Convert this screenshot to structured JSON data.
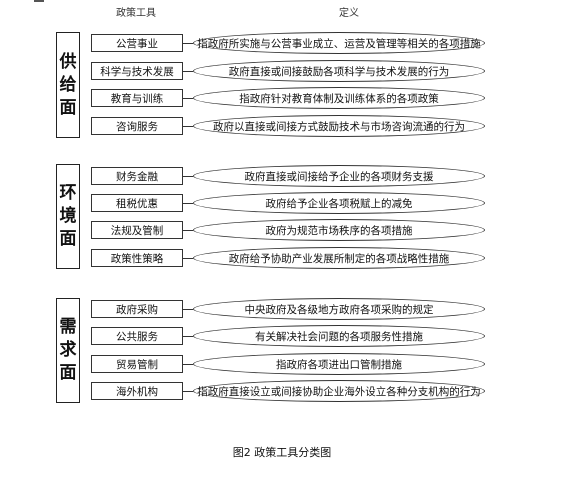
{
  "headers": {
    "tools": "政策工具",
    "definition": "定义"
  },
  "groups": [
    {
      "label": "供给面",
      "chars": [
        "供",
        "给",
        "面"
      ],
      "items": [
        {
          "tool": "公营事业",
          "definition": "指政府所实施与公营事业成立、运营及管理等相关的各项措施"
        },
        {
          "tool": "科学与技术发展",
          "definition": "政府直接或间接鼓励各项科学与技术发展的行为"
        },
        {
          "tool": "教育与训练",
          "definition": "指政府针对教育体制及训练体系的各项政策"
        },
        {
          "tool": "咨询服务",
          "definition": "政府以直接或间接方式鼓励技术与市场咨询流通的行为"
        }
      ]
    },
    {
      "label": "环境面",
      "chars": [
        "环",
        "境",
        "面"
      ],
      "items": [
        {
          "tool": "财务金融",
          "definition": "政府直接或间接给予企业的各项财务支援"
        },
        {
          "tool": "租税优惠",
          "definition": "政府给予企业各项税赋上的减免"
        },
        {
          "tool": "法规及管制",
          "definition": "政府为规范市场秩序的各项措施"
        },
        {
          "tool": "政策性策略",
          "definition": "政府给予协助产业发展所制定的各项战略性措施"
        }
      ]
    },
    {
      "label": "需求面",
      "chars": [
        "需",
        "求",
        "面"
      ],
      "items": [
        {
          "tool": "政府采购",
          "definition": "中央政府及各级地方政府各项采购的规定"
        },
        {
          "tool": "公共服务",
          "definition": "有关解决社会问题的各项服务性措施"
        },
        {
          "tool": "贸易管制",
          "definition": "指政府各项进出口管制措施"
        },
        {
          "tool": "海外机构",
          "definition": "指政府直接设立或间接协助企业海外设立各种分支机构的行为"
        }
      ]
    }
  ],
  "caption": "图2  政策工具分类图"
}
